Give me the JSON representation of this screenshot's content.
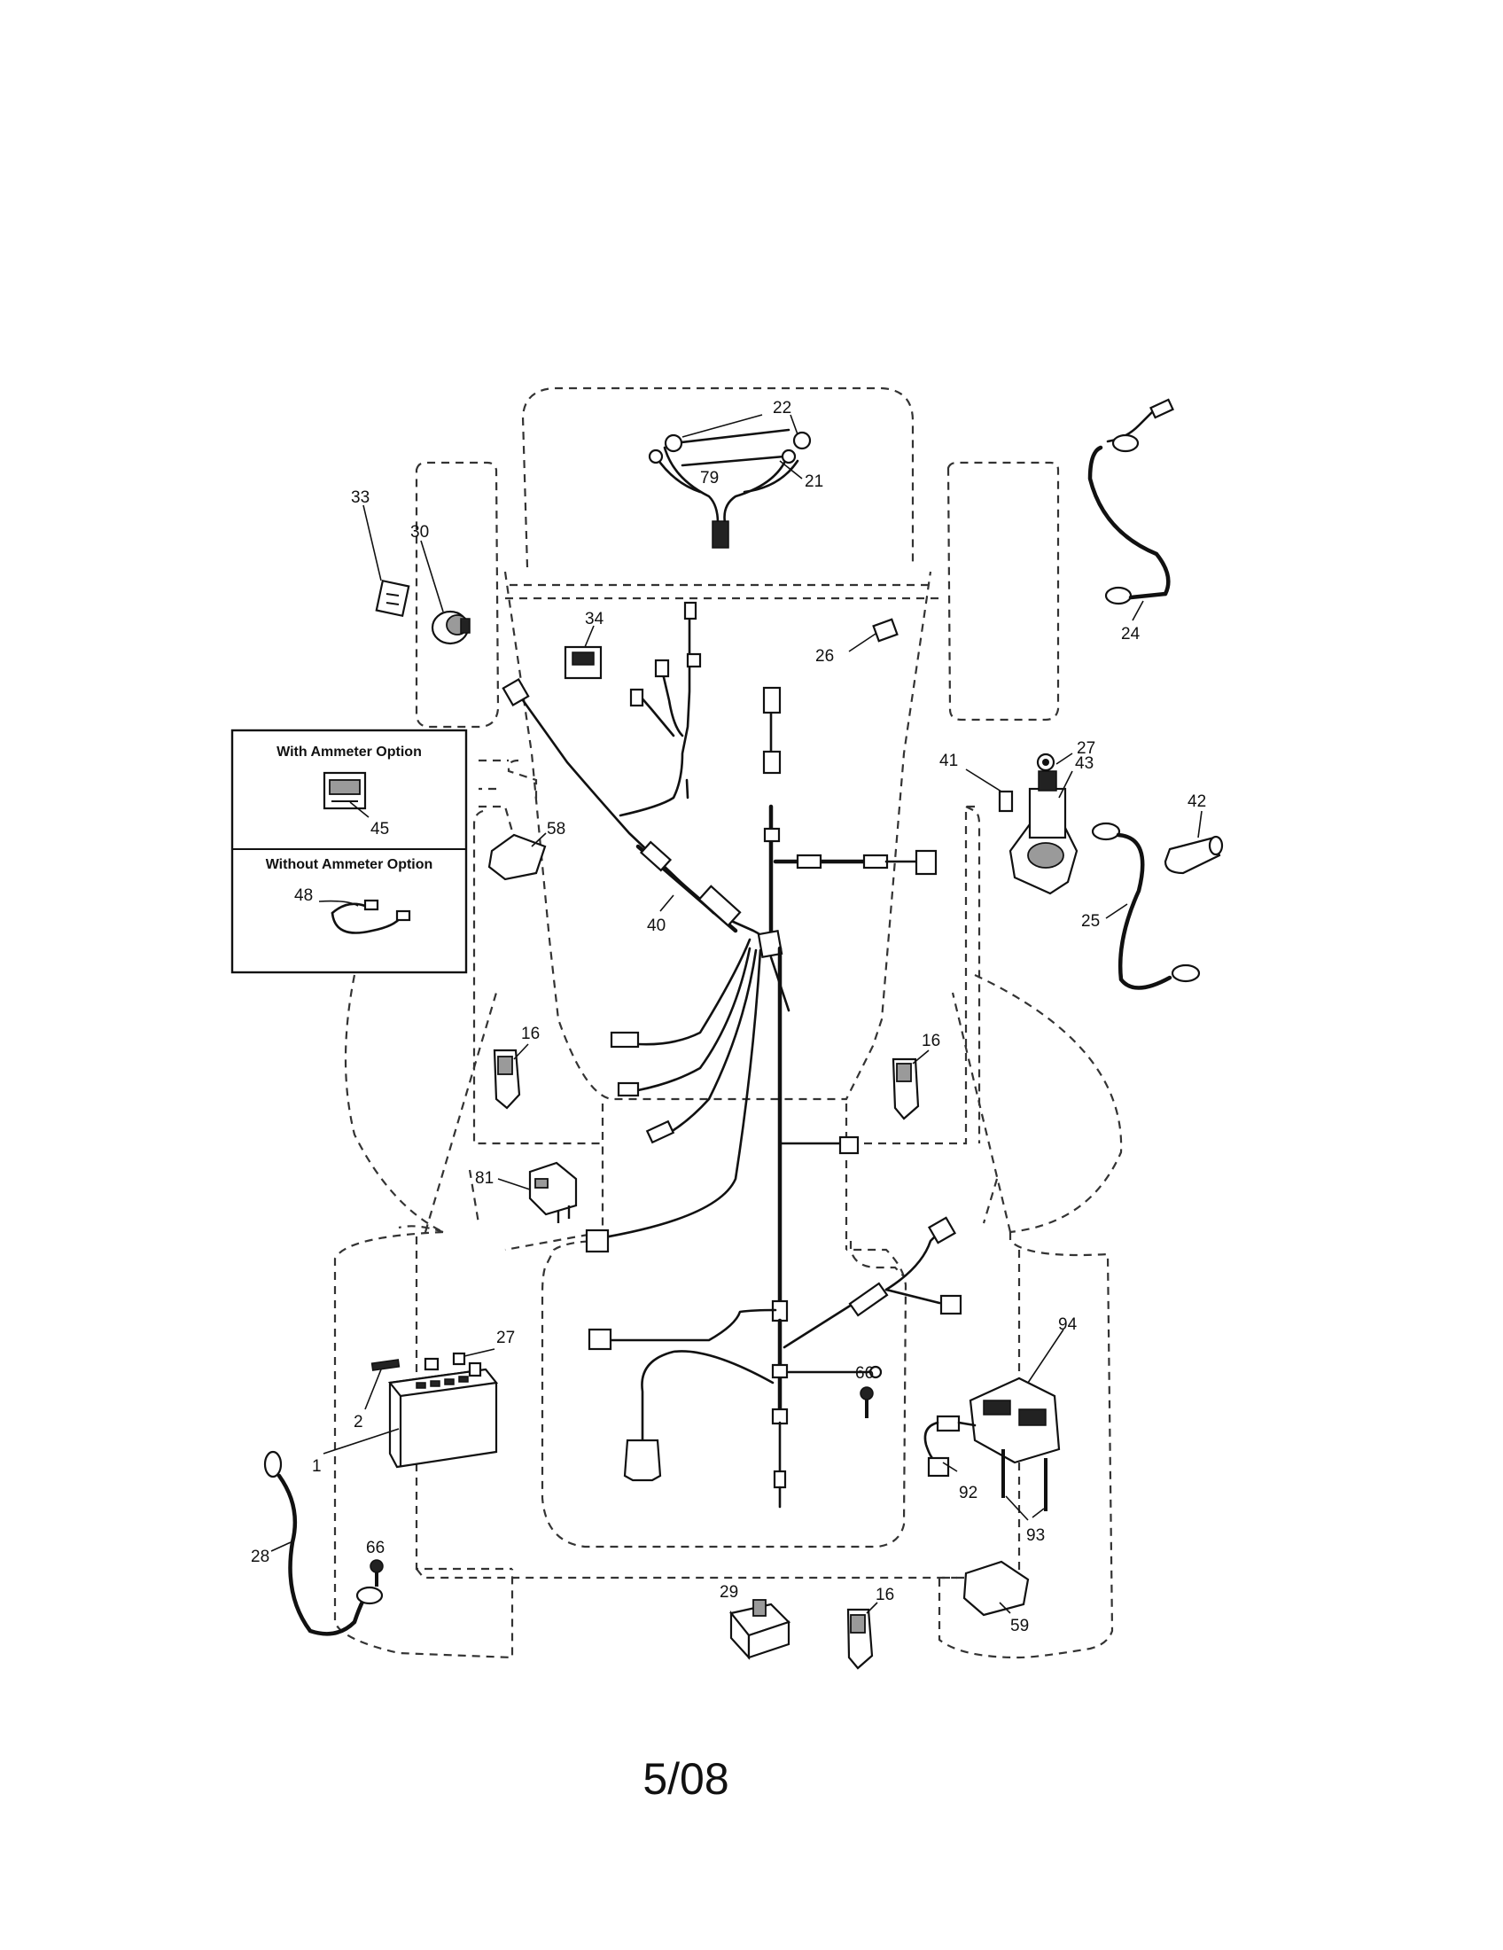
{
  "callouts": {
    "c1": "1",
    "c2": "2",
    "c16a": "16",
    "c16b": "16",
    "c16c": "16",
    "c21": "21",
    "c22": "22",
    "c24": "24",
    "c25": "25",
    "c26": "26",
    "c27a": "27",
    "c27b": "27",
    "c28": "28",
    "c29": "29",
    "c30": "30",
    "c33": "33",
    "c34": "34",
    "c40": "40",
    "c41": "41",
    "c42": "42",
    "c43": "43",
    "c45": "45",
    "c48": "48",
    "c58": "58",
    "c59": "59",
    "c66a": "66",
    "c66b": "66",
    "c79": "79",
    "c81": "81",
    "c92": "92",
    "c93": "93",
    "c94": "94"
  },
  "option_box": {
    "with_label": "With Ammeter Option",
    "without_label": "Without Ammeter Option"
  },
  "footer": {
    "date": "5/08"
  },
  "icons": [
    "battery-icon",
    "relay-icon",
    "switch-icon",
    "solenoid-icon",
    "ignition-switch-icon",
    "ammeter-icon",
    "headlight-bulb-icon"
  ]
}
